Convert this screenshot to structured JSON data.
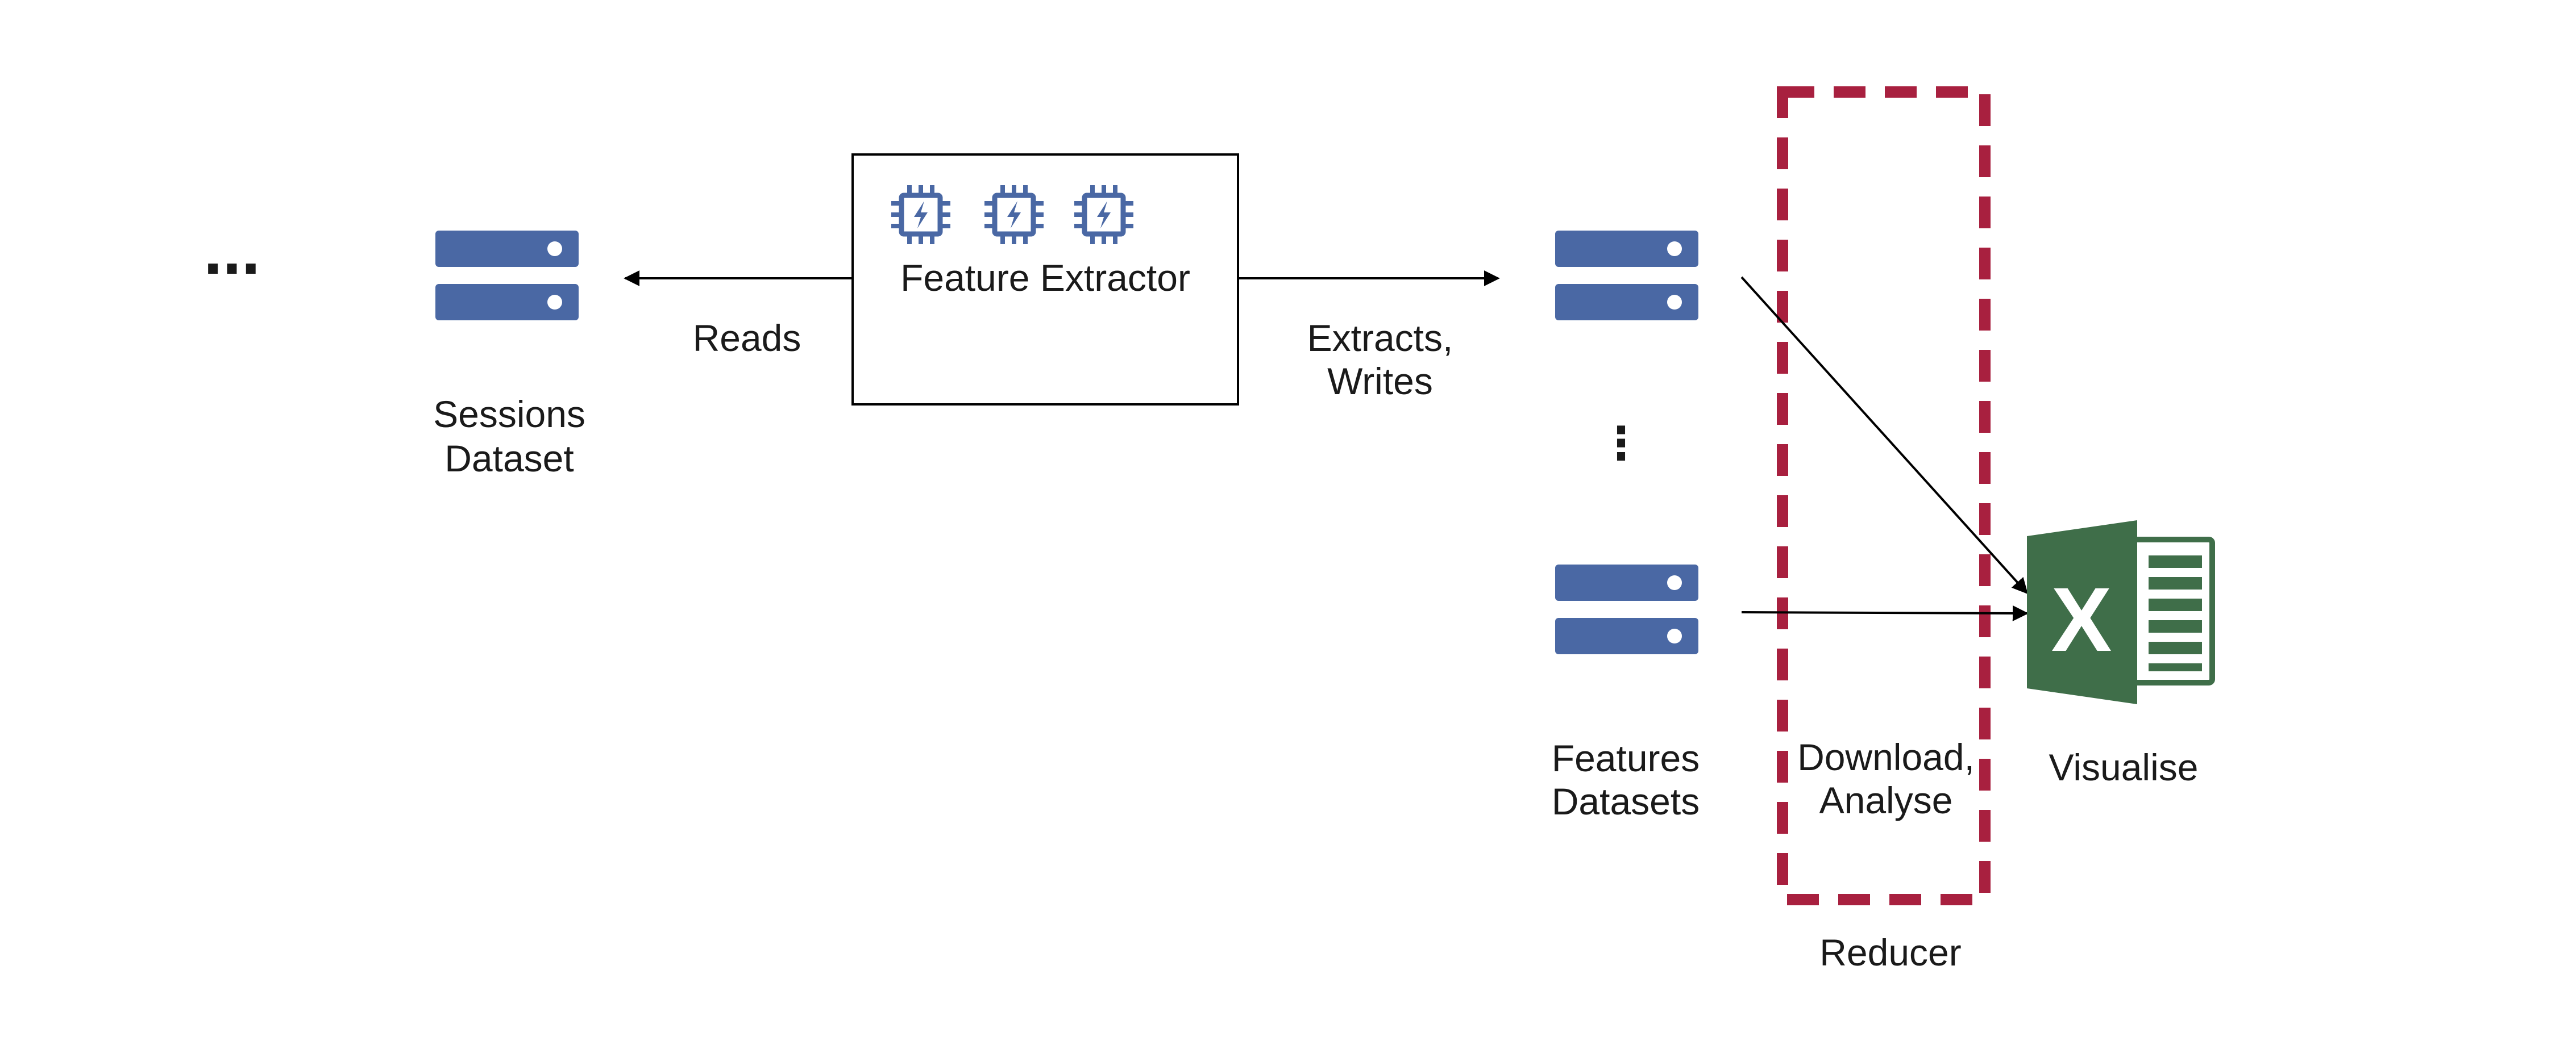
{
  "leading_ellipsis": "...",
  "sessions": {
    "label_line1": "Sessions",
    "label_line2": "Dataset",
    "icon": "server-icon"
  },
  "reads_label": "Reads",
  "extractor": {
    "label": "Feature Extractor",
    "icon": "cpu-chip-icon",
    "chip_count": 3
  },
  "extracts_label_line1": "Extracts,",
  "extracts_label_line2": "Writes",
  "features": {
    "label_line1": "Features",
    "label_line2": "Datasets",
    "icon": "server-icon",
    "ellipsis": "⋮"
  },
  "reducer": {
    "label": "Reducer",
    "inner_line1": "Download,",
    "inner_line2": "Analyse",
    "border_color": "#a8203f"
  },
  "visualise": {
    "label": "Visualise",
    "icon": "excel-icon",
    "icon_color": "#3f6e49"
  },
  "colors": {
    "server": "#4a68a4",
    "chip": "#4a68a4",
    "line": "#000000"
  }
}
